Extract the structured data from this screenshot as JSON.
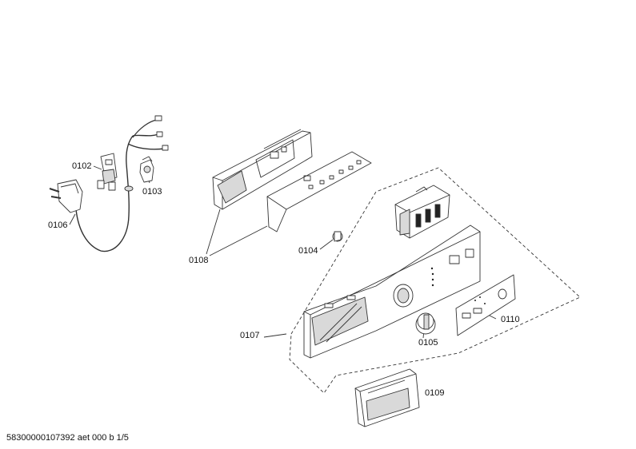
{
  "diagram": {
    "part_labels": {
      "p0102": "0102",
      "p0103": "0103",
      "p0106": "0106",
      "p0108": "0108",
      "p0104": "0104",
      "p0107": "0107",
      "p0105": "0105",
      "p0110": "0110",
      "p0109": "0109"
    },
    "footer_code": "58300000107392 aet 000 b 1/5"
  },
  "colors": {
    "line": "#333333",
    "fill": "#ffffff",
    "shade": "#d9d9d9",
    "dark": "#222222"
  }
}
